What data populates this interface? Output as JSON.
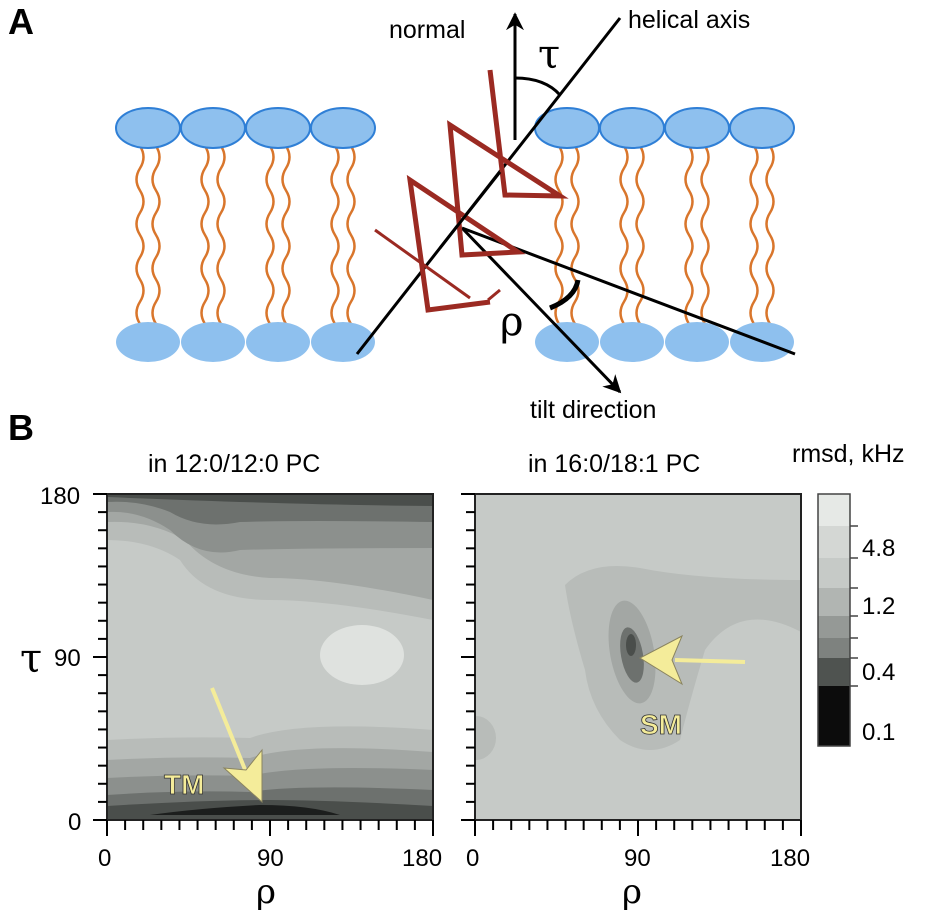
{
  "panel_a": {
    "letter": "A",
    "labels": {
      "normal": "normal",
      "helical_axis": "helical axis",
      "tilt_direction": "tilt direction",
      "tau": "τ",
      "rho": "ρ"
    }
  },
  "panel_b": {
    "letter": "B",
    "left_title": "in 12:0/12:0 PC",
    "right_title": "in 16:0/18:1 PC",
    "y_symbol": "τ",
    "x_symbol": "ρ",
    "y_ticks": [
      "180",
      "90",
      "0"
    ],
    "x_ticks_left": [
      "0",
      "90",
      "180"
    ],
    "x_ticks_right": [
      "0",
      "90",
      "180"
    ],
    "tm_label": "TM",
    "sm_label": "SM",
    "colorbar": {
      "title": "rmsd, kHz",
      "labels": [
        "4.8",
        "1.2",
        "0.4",
        "0.1"
      ]
    }
  },
  "colors": {
    "lipid_head": "#8ec0ee",
    "lipid_outline": "#2f7fd6",
    "lipid_tail": "#d9762c",
    "helix": "#9b2a22",
    "arrow_yellow": "#f4ec9a"
  }
}
